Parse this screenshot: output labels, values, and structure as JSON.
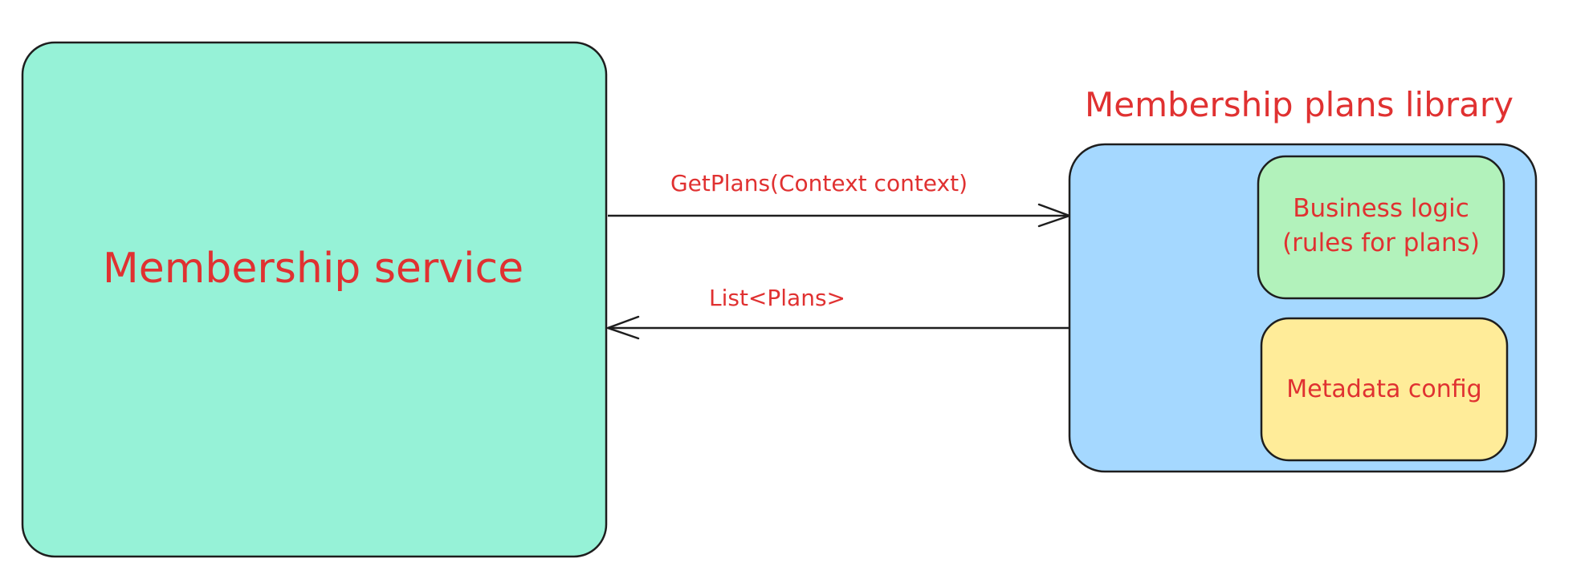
{
  "diagram": {
    "membership_service": {
      "label": "Membership service",
      "fill": "#96f2d7"
    },
    "library": {
      "title": "Membership plans library",
      "fill": "#a5d8ff",
      "business_logic": {
        "line1": "Business logic",
        "line2": "(rules for plans)",
        "fill": "#b2f2bb"
      },
      "metadata_config": {
        "label": "Metadata config",
        "fill": "#ffec99"
      }
    },
    "request_arrow": {
      "label": "GetPlans(Context context)"
    },
    "response_arrow": {
      "label": "List<Plans>"
    },
    "colors": {
      "text": "#e03131",
      "stroke": "#1e1e1e"
    }
  }
}
